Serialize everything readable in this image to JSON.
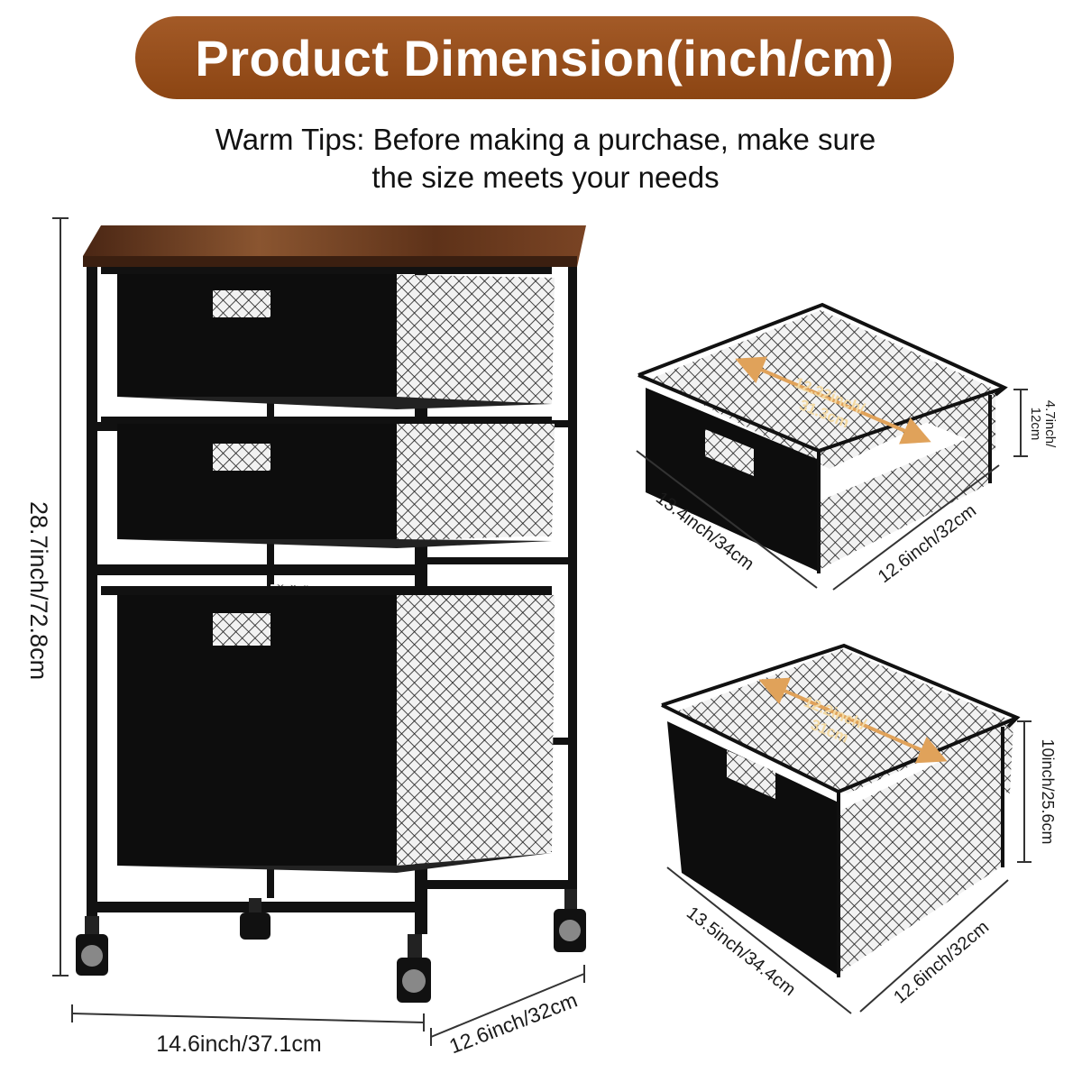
{
  "header": {
    "title": "Product Dimension(inch/cm)",
    "tips_line1": "Warm Tips: Before making a purchase, make sure",
    "tips_line2": "the size meets your needs"
  },
  "cart": {
    "height_label": "28.7inch/72.8cm",
    "width_label": "14.6inch/37.1cm",
    "depth_label": "12.6inch/32cm"
  },
  "small_basket": {
    "inner_label_1": "12.32inch/",
    "inner_label_2": "31.3cm",
    "height_label_1": "4.7inch/",
    "height_label_2": "12cm",
    "length_label": "13.4inch/34cm",
    "width_label": "12.6inch/32cm"
  },
  "large_basket": {
    "inner_label_1": "12.2inch/",
    "inner_label_2": "31cm",
    "height_label": "10inch/25.6cm",
    "length_label": "13.5inch/34.4cm",
    "width_label": "12.6inch/32cm"
  },
  "colors": {
    "banner": "#8c4513",
    "wood_top": "#6b3a1f",
    "metal": "#111111",
    "arrow": "#e0a25a"
  }
}
